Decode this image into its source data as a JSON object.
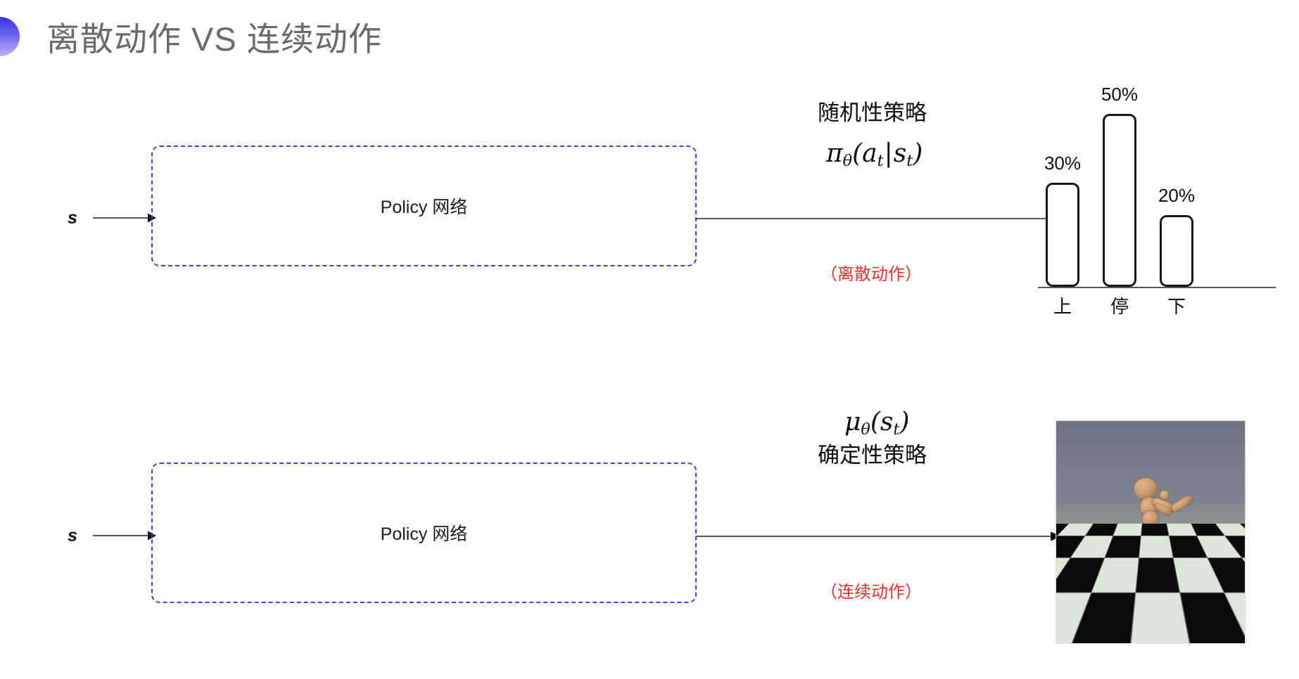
{
  "slide": {
    "title": "离散动作 VS 连续动作",
    "background_color": "#ffffff",
    "title_color": "#6a6a6a",
    "accent_color": "#4040d8",
    "note_color": "#e8302a"
  },
  "rows": [
    {
      "id": "discrete",
      "input_label": "s",
      "box_label": "Policy 网络",
      "policy_kind": "随机性策略",
      "formula_prefix": "π",
      "formula_theta": "θ",
      "formula_body_left": "(a",
      "formula_sub_a": "t",
      "formula_bar": "|",
      "formula_body_right": "s",
      "formula_sub_s": "t",
      "formula_close": ")",
      "note": "（离散动作）"
    },
    {
      "id": "continuous",
      "input_label": "s",
      "box_label": "Policy 网络",
      "policy_kind": "确定性策略",
      "formula_prefix": "μ",
      "formula_theta": "θ",
      "formula_body_left": "(s",
      "formula_sub_s": "t",
      "formula_close": ")",
      "note": "（连续动作）"
    }
  ],
  "chart_data": {
    "type": "bar",
    "title": "",
    "xlabel": "",
    "ylabel": "",
    "categories": [
      "上",
      "停",
      "下"
    ],
    "values": [
      30,
      50,
      20
    ],
    "value_labels": [
      "30%",
      "50%",
      "20%"
    ],
    "ylim": [
      0,
      60
    ],
    "grid": false,
    "legend": "none",
    "bar_fill": "#ffffff",
    "bar_stroke": "#181818",
    "axis_color": "#555555"
  },
  "figure": {
    "name": "mujoco-humanoid-simulation",
    "description": "3D humanoid robot kneeling on a black-and-white checkerboard floor under a gray sky",
    "sky_color": "#6f7785",
    "floor_light": "#dde7d7",
    "floor_dark": "#0a0a0a",
    "body_color": "#c89a72"
  }
}
